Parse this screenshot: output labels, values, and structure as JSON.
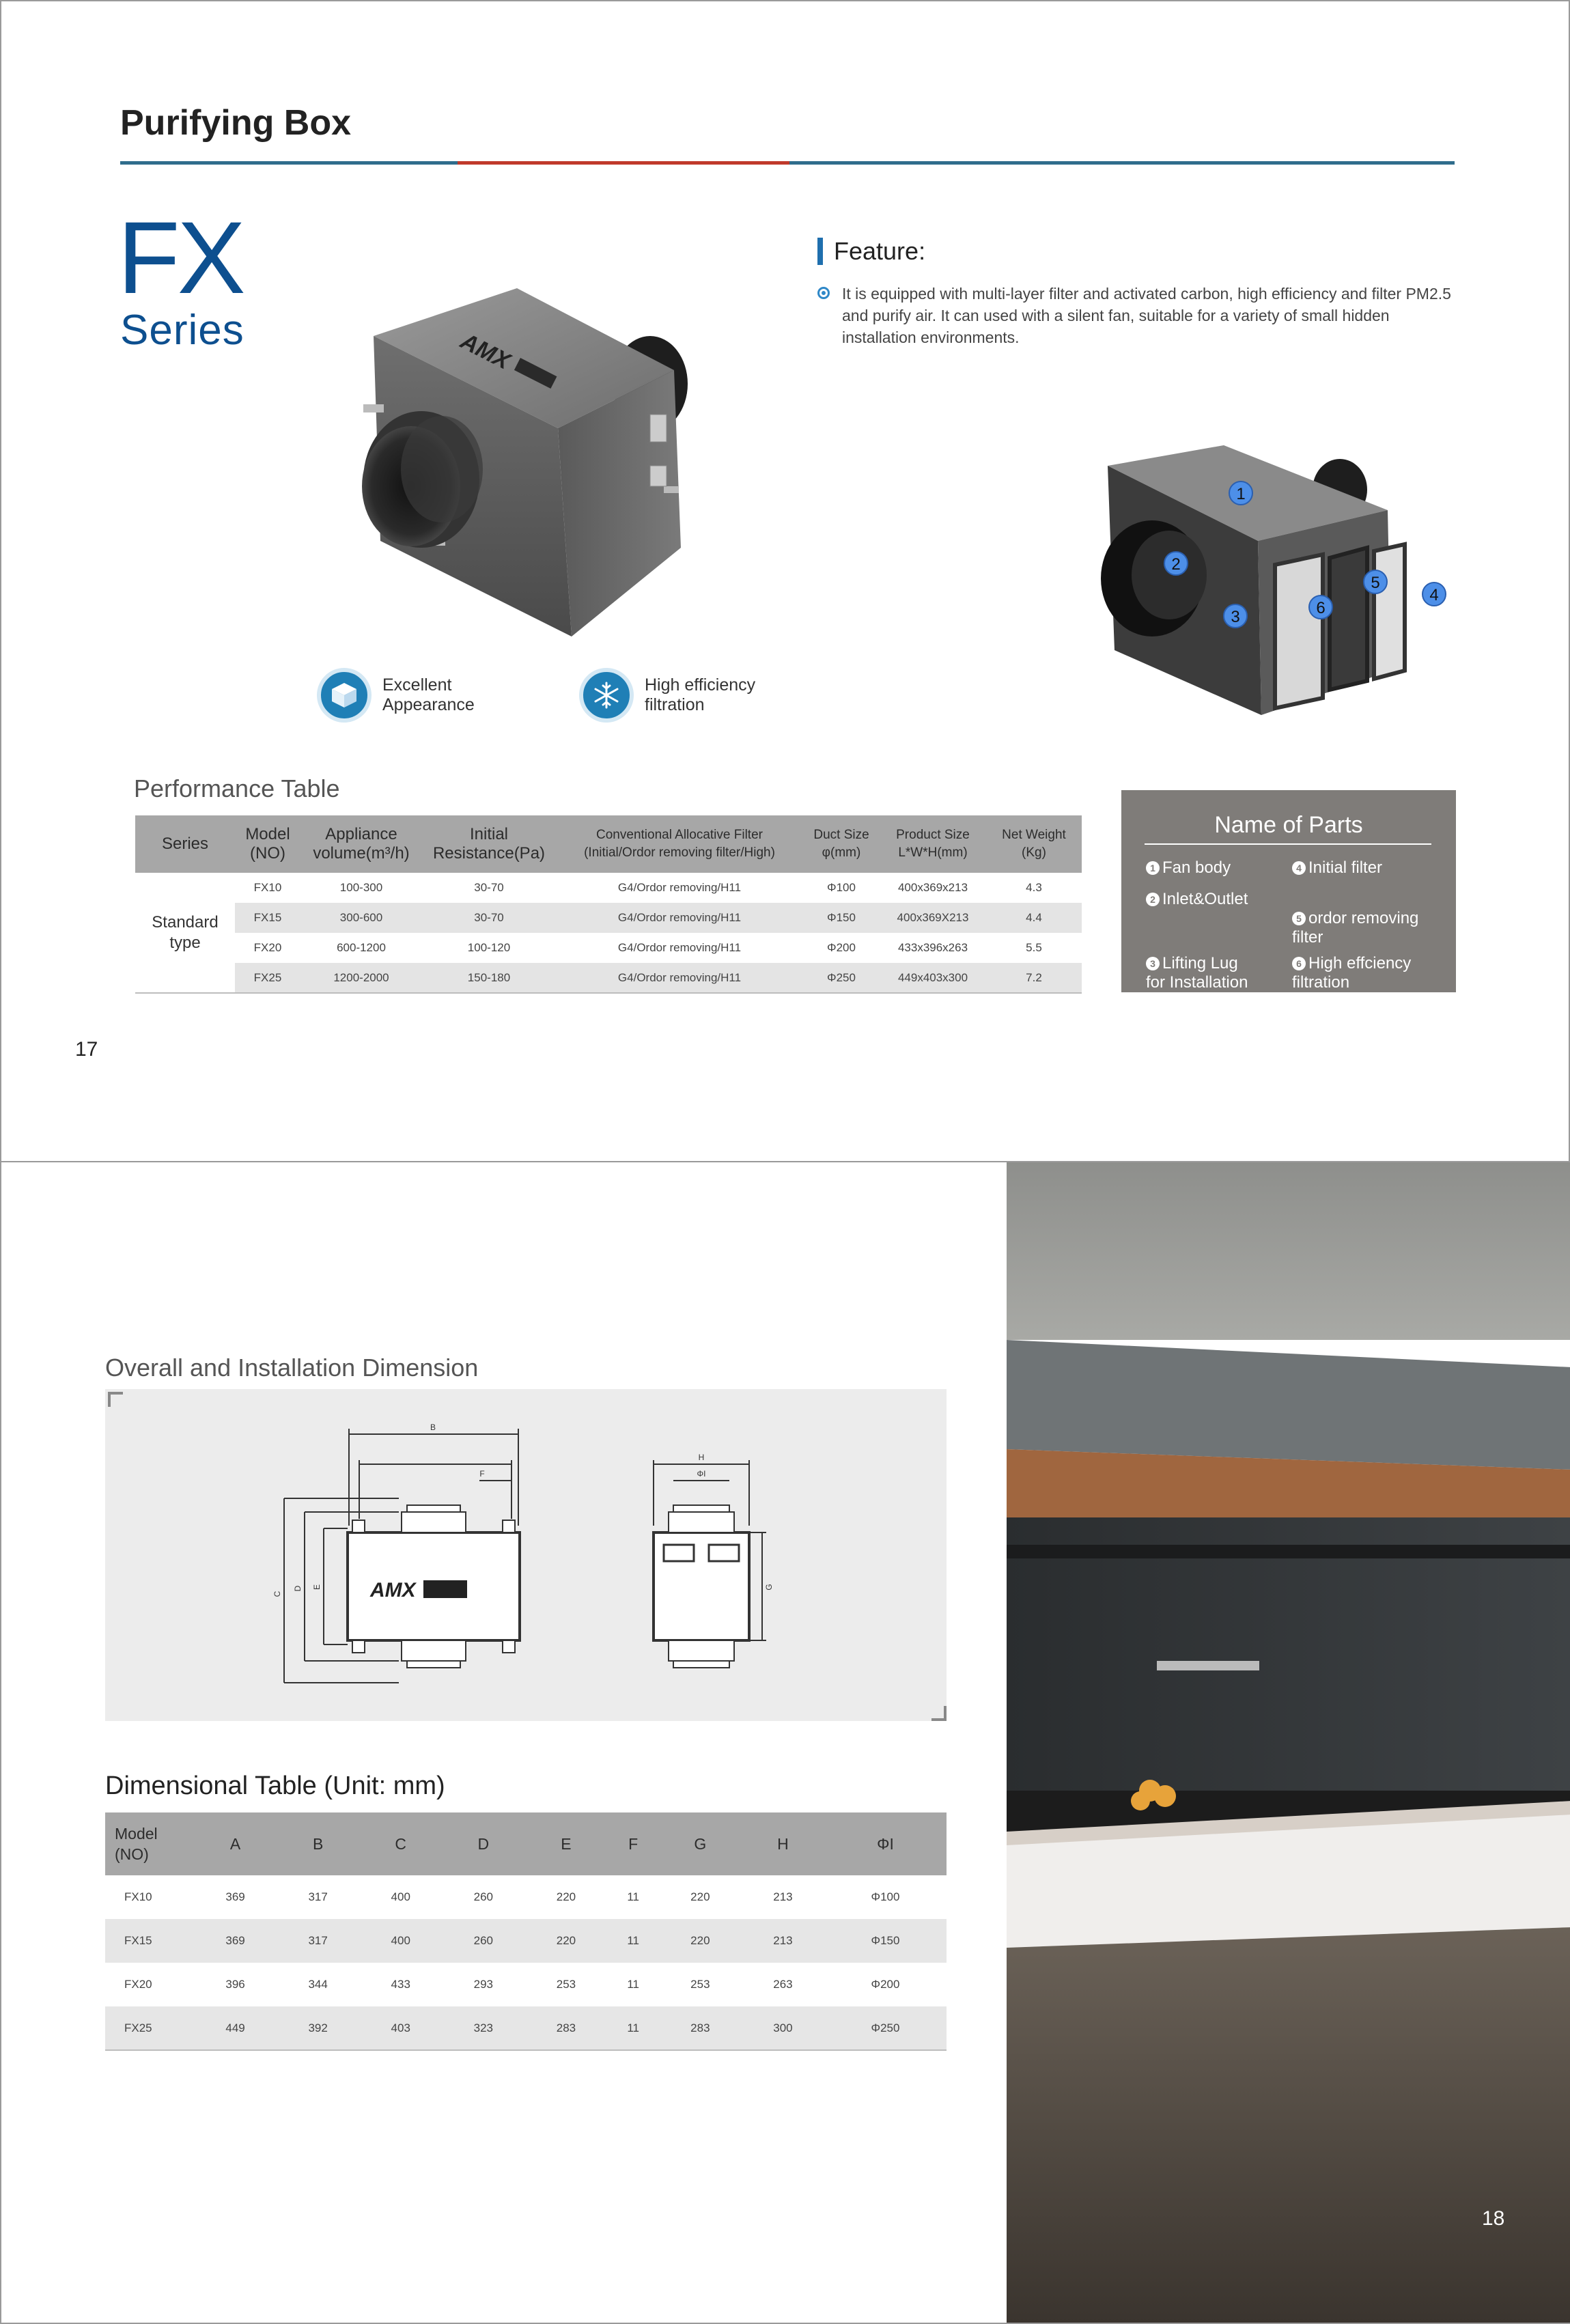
{
  "top": {
    "title": "Purifying Box",
    "series_big": "FX",
    "series_word": "Series",
    "feature": {
      "heading": "Feature:",
      "text": "It is equipped with multi-layer filter and activated carbon, high efficiency and filter PM2.5 and purify air. It can used with a silent fan, suitable for a variety of small hidden installation environments."
    },
    "product_logo": "AMX",
    "badges": [
      {
        "icon": "cube-icon",
        "label": "Excellent\nAppearance"
      },
      {
        "icon": "snowflake-filter-icon",
        "label": "High efficiency\nfiltration"
      }
    ],
    "callouts": [
      "1",
      "2",
      "3",
      "4",
      "5",
      "6"
    ],
    "performance": {
      "title": "Performance Table",
      "headers": [
        "Series",
        "Model\n(NO)",
        "Appliance\nvolume(m³/h)",
        "Initial\nResistance(Pa)",
        "Conventional Allocative Filter\n(Initial/Ordor removing filter/High)",
        "Duct Size\nφ(mm)",
        "Product Size\nL*W*H(mm)",
        "Net Weight\n(Kg)"
      ],
      "series_label": "Standard\ntype",
      "rows": [
        [
          "FX10",
          "100-300",
          "30-70",
          "G4/Ordor removing/H11",
          "Φ100",
          "400x369x213",
          "4.3"
        ],
        [
          "FX15",
          "300-600",
          "30-70",
          "G4/Ordor removing/H11",
          "Φ150",
          "400x369X213",
          "4.4"
        ],
        [
          "FX20",
          "600-1200",
          "100-120",
          "G4/Ordor removing/H11",
          "Φ200",
          "433x396x263",
          "5.5"
        ],
        [
          "FX25",
          "1200-2000",
          "150-180",
          "G4/Ordor removing/H11",
          "Φ250",
          "449x403x300",
          "7.2"
        ]
      ]
    },
    "parts": {
      "title": "Name of Parts",
      "items": [
        {
          "num": "1",
          "label": "Fan body"
        },
        {
          "num": "4",
          "label": "Initial filter"
        },
        {
          "num": "2",
          "label": "Inlet&Outlet"
        },
        {
          "num": "5",
          "label": "ordor removing\nfilter"
        },
        {
          "num": "3",
          "label": "Lifting Lug\nfor Installation"
        },
        {
          "num": "6",
          "label": "High effciency\nfiltration"
        }
      ]
    },
    "page_number": "17"
  },
  "bottom": {
    "dimension_title": "Overall and Installation Dimension",
    "drawing_labels": [
      "B",
      "F",
      "C",
      "D",
      "E",
      "H",
      "ΦI",
      "G"
    ],
    "drawing_logo": "AMX",
    "dim_table": {
      "title": "Dimensional Table (Unit: mm)",
      "headers": [
        "Model\n(NO)",
        "A",
        "B",
        "C",
        "D",
        "E",
        "F",
        "G",
        "H",
        "ΦI"
      ],
      "rows": [
        [
          "FX10",
          "369",
          "317",
          "400",
          "260",
          "220",
          "11",
          "220",
          "213",
          "Φ100"
        ],
        [
          "FX15",
          "369",
          "317",
          "400",
          "260",
          "220",
          "11",
          "220",
          "213",
          "Φ150"
        ],
        [
          "FX20",
          "396",
          "344",
          "433",
          "293",
          "253",
          "11",
          "253",
          "263",
          "Φ200"
        ],
        [
          "FX25",
          "449",
          "392",
          "403",
          "323",
          "283",
          "11",
          "283",
          "300",
          "Φ250"
        ]
      ]
    },
    "page_number": "18"
  },
  "colors": {
    "brand_blue": "#0d4f8f",
    "accent_red": "#c0392b",
    "table_header": "#a7a7a7",
    "parts_box": "#7f7c79"
  }
}
